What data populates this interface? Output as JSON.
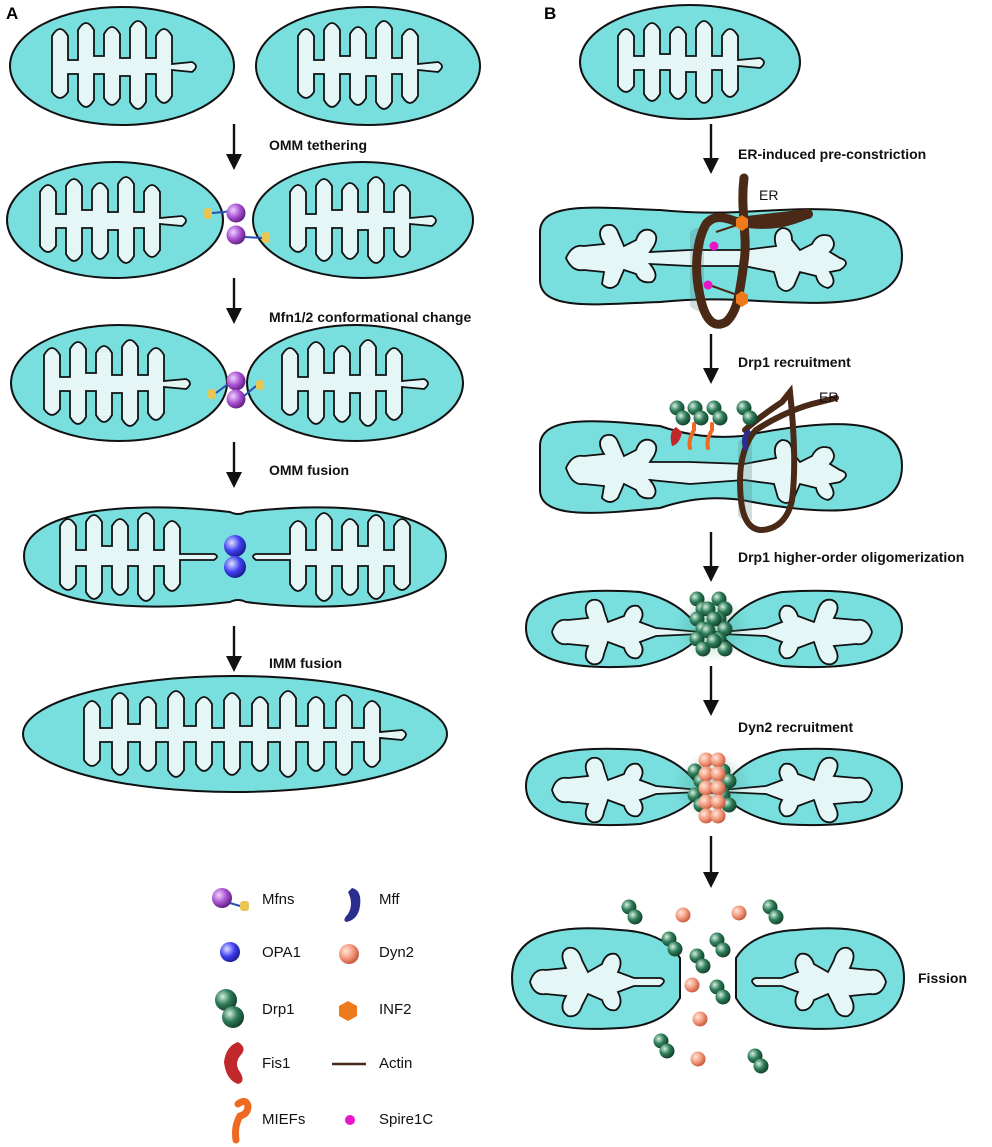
{
  "panels": {
    "a": "A",
    "b": "B"
  },
  "fusion_steps": [
    "OMM tethering",
    "Mfn1/2 conformational change",
    "OMM fusion",
    "IMM fusion"
  ],
  "fission_steps": [
    "ER-induced pre-constriction",
    "Drp1 recruitment",
    "Drp1 higher-order oligomerization",
    "Dyn2 recruitment"
  ],
  "er_labels": [
    "ER",
    "ER"
  ],
  "fission_label": "Fission",
  "legend": {
    "left": [
      "Mfns",
      "OPA1",
      "Drp1",
      "Fis1",
      "MIEFs"
    ],
    "right": [
      "Mff",
      "Dyn2",
      "INF2",
      "Actin",
      "Spire1C"
    ]
  },
  "colors": {
    "matrix": "#78dede",
    "cristae": "#e4f7f6",
    "mfn_purple": "#a84fd0",
    "mfn_tail": "#e7c653",
    "opa1_blue": "#3f3ff0",
    "drp1_green": "#2f7d5a",
    "dyn2_orange": "#f2967a",
    "inf2_orange": "#ee7a1c",
    "fis1_red": "#c0282b",
    "mief_orange": "#ee6a22",
    "mff_navy": "#2b2e8f",
    "actin_brown": "#4a2a16",
    "spire_magenta": "#e815c8"
  }
}
